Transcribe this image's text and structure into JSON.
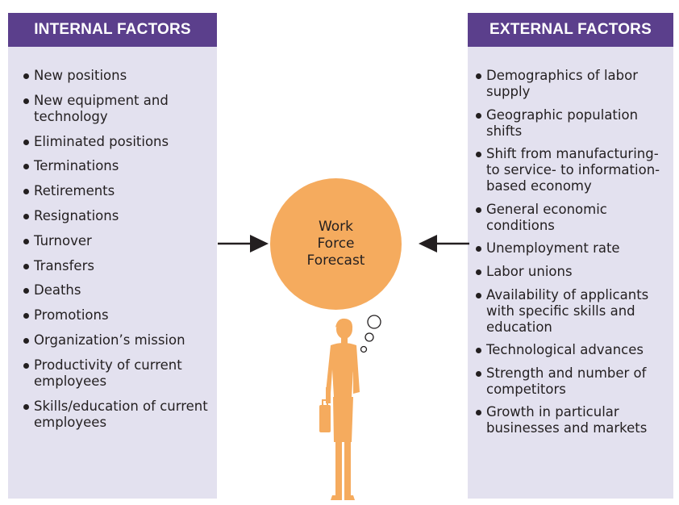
{
  "internal": {
    "title": "INTERNAL FACTORS",
    "items": [
      "New positions",
      "New equipment and technology",
      "Eliminated positions",
      "Terminations",
      "Retirements",
      "Resignations",
      "Turnover",
      "Transfers",
      "Deaths",
      "Promotions",
      "Organization’s mission",
      "Productivity of current employees",
      "Skills/education of current employees"
    ]
  },
  "external": {
    "title": "EXTERNAL FACTORS",
    "items": [
      "Demographics of labor supply",
      "Geographic population shifts",
      "Shift from manufacturing-to service- to information-based economy",
      "General economic conditions",
      "Unemployment rate",
      "Labor unions",
      "Availability of applicants with specific skills and education",
      "Technological advances",
      "Strength and number of competitors",
      "Growth in particular businesses and markets"
    ]
  },
  "center": {
    "label": "Work\nForce\nForecast"
  },
  "colors": {
    "header": "#5b3f8c",
    "panel": "#e3e1ef",
    "circle": "#f5ab5e",
    "figure": "#f5ab5e"
  },
  "icons": {
    "thought_bubble": "thought-bubble-icon",
    "person": "person-silhouette-icon"
  }
}
